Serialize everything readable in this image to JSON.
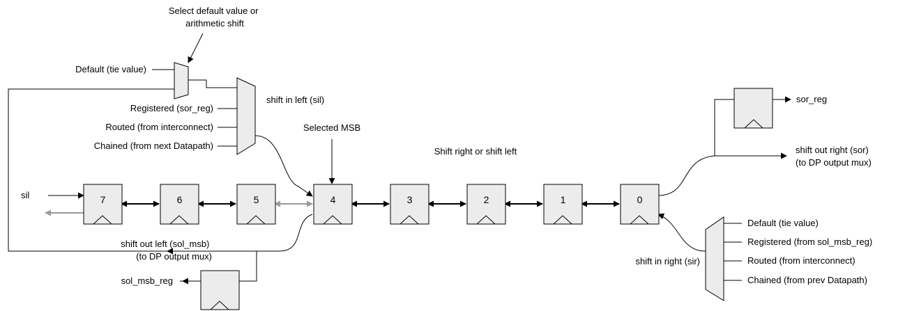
{
  "labels": {
    "select_default": [
      "Select default value or",
      "arithmetic shift"
    ],
    "default_tie_left": "Default (tie value)",
    "registered_sor": "Registered (sor_reg)",
    "routed_left": "Routed (from interconnect)",
    "chained_next": "Chained (from next Datapath)",
    "shift_in_left": "shift in left (sil)",
    "selected_msb": "Selected MSB",
    "shift_direction": "Shift right or shift left",
    "sil": "sil",
    "shift_out_left": [
      "shift out left (sol_msb)",
      "(to DP output mux)"
    ],
    "sol_msb_reg": "sol_msb_reg",
    "sor_reg": "sor_reg",
    "shift_out_right": [
      "shift out right (sor)",
      "(to DP output mux)"
    ],
    "shift_in_right": "shift in right (sir)",
    "default_tie_right": "Default (tie value)",
    "registered_sol": "Registered (from sol_msb_reg)",
    "routed_right": "Routed (from interconnect)",
    "chained_prev": "Chained (from prev Datapath)"
  },
  "registers": [
    "7",
    "6",
    "5",
    "4",
    "3",
    "2",
    "1",
    "0"
  ]
}
